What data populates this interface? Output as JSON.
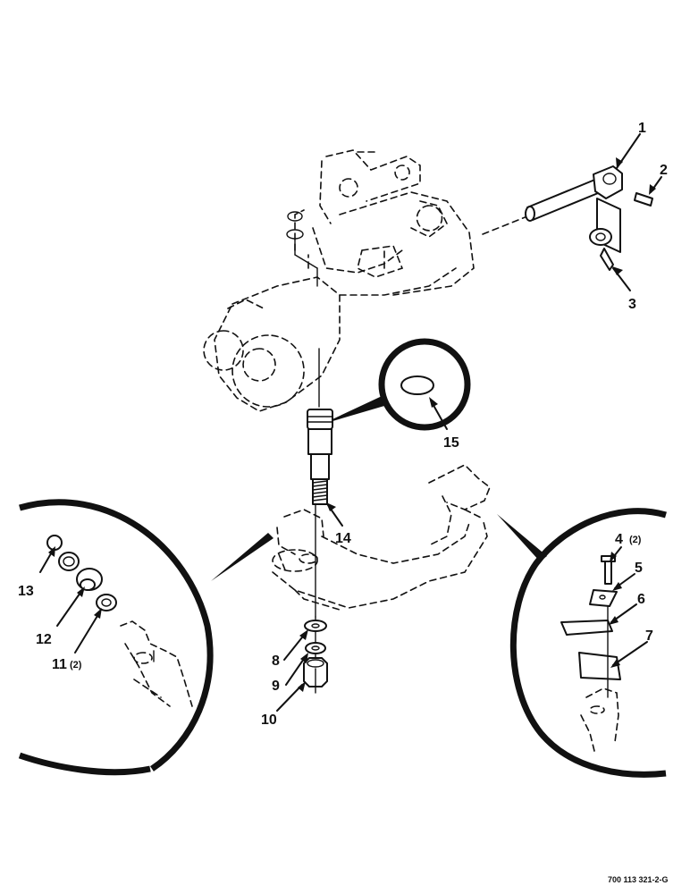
{
  "callouts": [
    {
      "id": "1",
      "text": "1"
    },
    {
      "id": "2",
      "text": "2"
    },
    {
      "id": "3",
      "text": "3"
    },
    {
      "id": "4",
      "text": "4"
    },
    {
      "id": "5",
      "text": "5"
    },
    {
      "id": "6",
      "text": "6"
    },
    {
      "id": "7",
      "text": "7"
    },
    {
      "id": "8",
      "text": "8"
    },
    {
      "id": "9",
      "text": "9"
    },
    {
      "id": "10",
      "text": "10"
    },
    {
      "id": "11",
      "text": "11"
    },
    {
      "id": "12",
      "text": "12"
    },
    {
      "id": "13",
      "text": "13"
    },
    {
      "id": "14",
      "text": "14"
    },
    {
      "id": "15",
      "text": "15"
    }
  ],
  "quantities": {
    "q4": "(2)",
    "q11": "(2)"
  },
  "figure_ref": "700 113 321-2-G"
}
